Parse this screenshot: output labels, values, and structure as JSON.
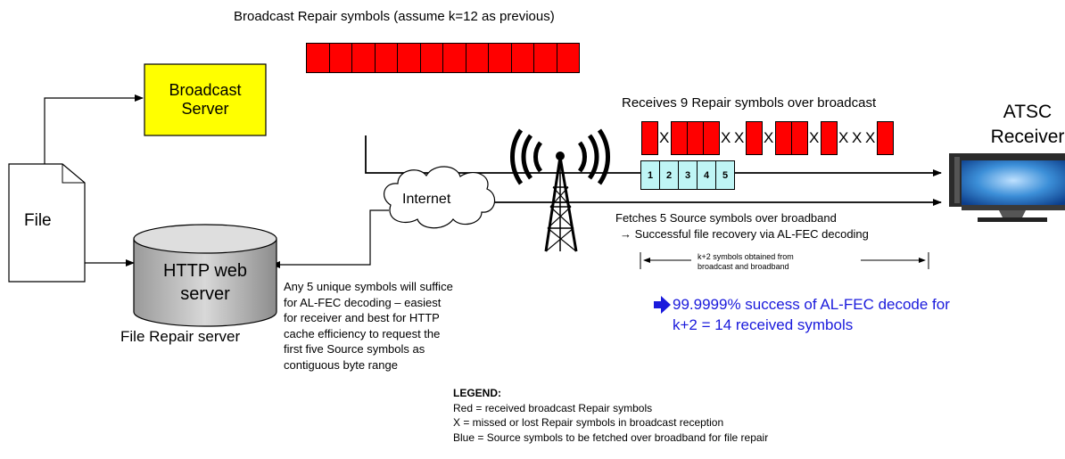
{
  "top_caption": "Broadcast Repair symbols (assume k=12 as previous)",
  "broadcast_server": {
    "line1": "Broadcast",
    "line2": "Server",
    "fill": "#ffff00"
  },
  "file": {
    "label": "File"
  },
  "http_server": {
    "line1": "HTTP web",
    "line2": "server"
  },
  "file_repair_caption": "File Repair server",
  "internet_label": "Internet",
  "receiver": {
    "line1": "ATSC",
    "line2": "Receiver"
  },
  "receives_caption": "Receives 9 Repair symbols over broadcast",
  "received_sequence": [
    "R",
    "X",
    "R",
    "R",
    "R",
    "X",
    "X",
    "R",
    "X",
    "R",
    "R",
    "X",
    "R",
    "X",
    "X",
    "X",
    "R"
  ],
  "missed_mark": "X",
  "source_symbols": [
    "1",
    "2",
    "3",
    "4",
    "5"
  ],
  "fetch_caption": {
    "line1": "Fetches 5 Source symbols over broadband",
    "line2": "→ Successful file recovery via AL-FEC decoding"
  },
  "k2_caption": {
    "line1": "k+2 symbols obtained from",
    "line2": "broadcast and broadband"
  },
  "success_caption": {
    "line1": "99.9999% success of AL-FEC decode for",
    "line2": "k+2 = 14 received symbols"
  },
  "any5_caption": [
    "Any 5 unique symbols will suffice",
    "for AL-FEC decoding – easiest",
    "for receiver and best for HTTP",
    "cache efficiency to request the",
    "first five Source symbols as",
    "contiguous byte range"
  ],
  "legend": {
    "title": "LEGEND:",
    "lines": [
      "Red = received broadcast Repair symbols",
      "X = missed or lost Repair symbols in broadcast reception",
      "Blue = Source symbols to be fetched over broadband for file repair"
    ]
  },
  "colors": {
    "repair": "#ff0000",
    "source": "#bff5f5",
    "accent": "#1a1adc",
    "server": "#ffff00"
  }
}
